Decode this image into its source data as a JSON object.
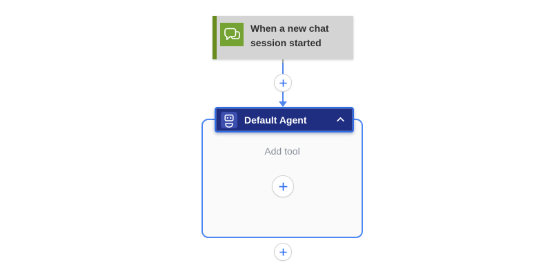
{
  "flow": {
    "trigger": {
      "title": "When a new chat session started",
      "icon": "chat-bubbles-icon",
      "colors": {
        "card_bg": "#d4d4d4",
        "accent_green": "#688c1e",
        "icon_green": "#74a233",
        "text": "#303030"
      }
    },
    "agent": {
      "title": "Default Agent",
      "icon": "agent-bot-icon",
      "state_icon": "chevron-up-icon",
      "add_tool_label": "Add tool",
      "colors": {
        "header_bg": "#1f2e80",
        "header_border": "#2e6de4",
        "icon_tile_bg": "#3d4fae",
        "container_border": "#4d87f3",
        "container_bg": "#fafafa",
        "placeholder_text": "#8b909a"
      }
    },
    "connector": {
      "line_color": "#4f86f0",
      "plus_color": "#2f6ff0",
      "plus_buttons": [
        "insert-node-between",
        "add-tool",
        "add-node-below"
      ]
    }
  }
}
